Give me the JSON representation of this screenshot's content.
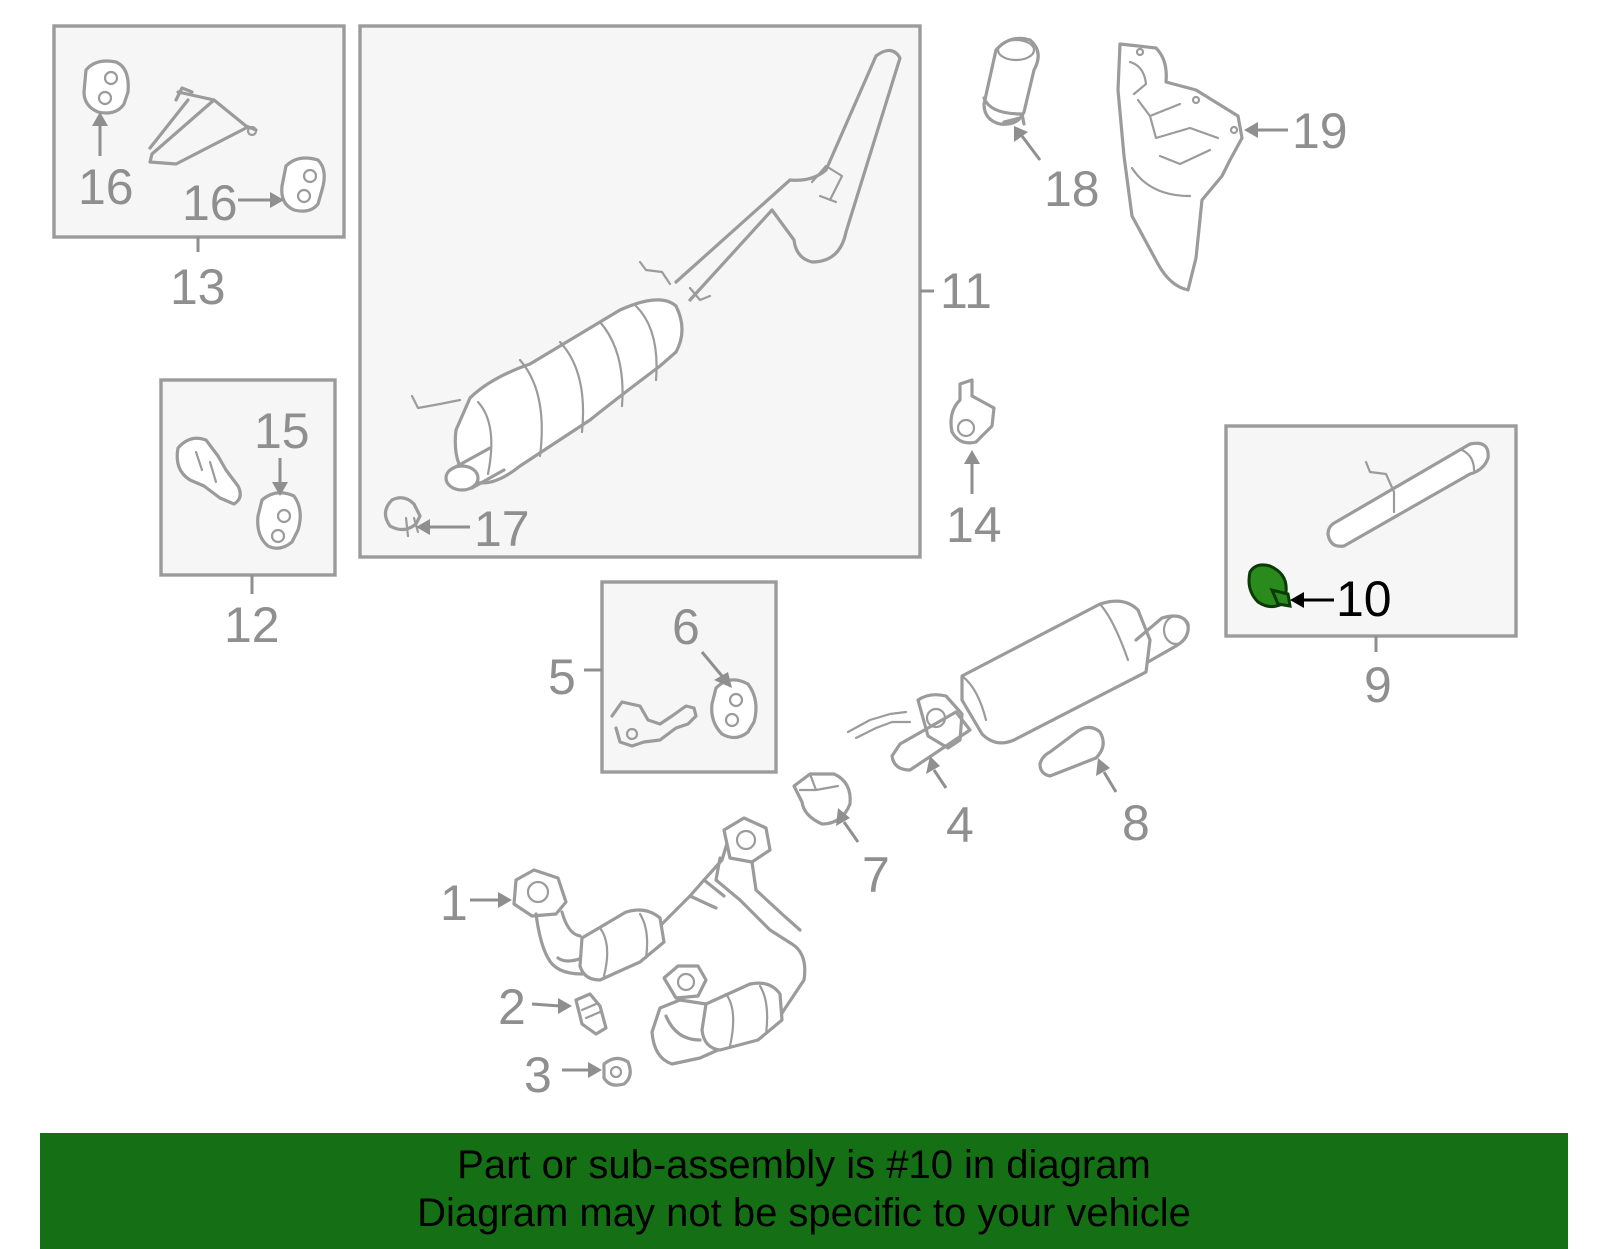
{
  "diagram": {
    "callouts": {
      "c1": "1",
      "c2": "2",
      "c3": "3",
      "c4": "4",
      "c5": "5",
      "c6": "6",
      "c7": "7",
      "c8": "8",
      "c9": "9",
      "c10": "10",
      "c11": "11",
      "c12": "12",
      "c13": "13",
      "c14": "14",
      "c15": "15",
      "c16a": "16",
      "c16b": "16",
      "c17": "17",
      "c18": "18",
      "c19": "19"
    },
    "highlighted_part": "10",
    "colors": {
      "line": "#9b9b9b",
      "highlight": "#2a8a1c",
      "banner": "#157015"
    }
  },
  "banner": {
    "line1": "Part or sub-assembly is #10 in diagram",
    "line2": "Diagram may not be specific to your vehicle"
  }
}
